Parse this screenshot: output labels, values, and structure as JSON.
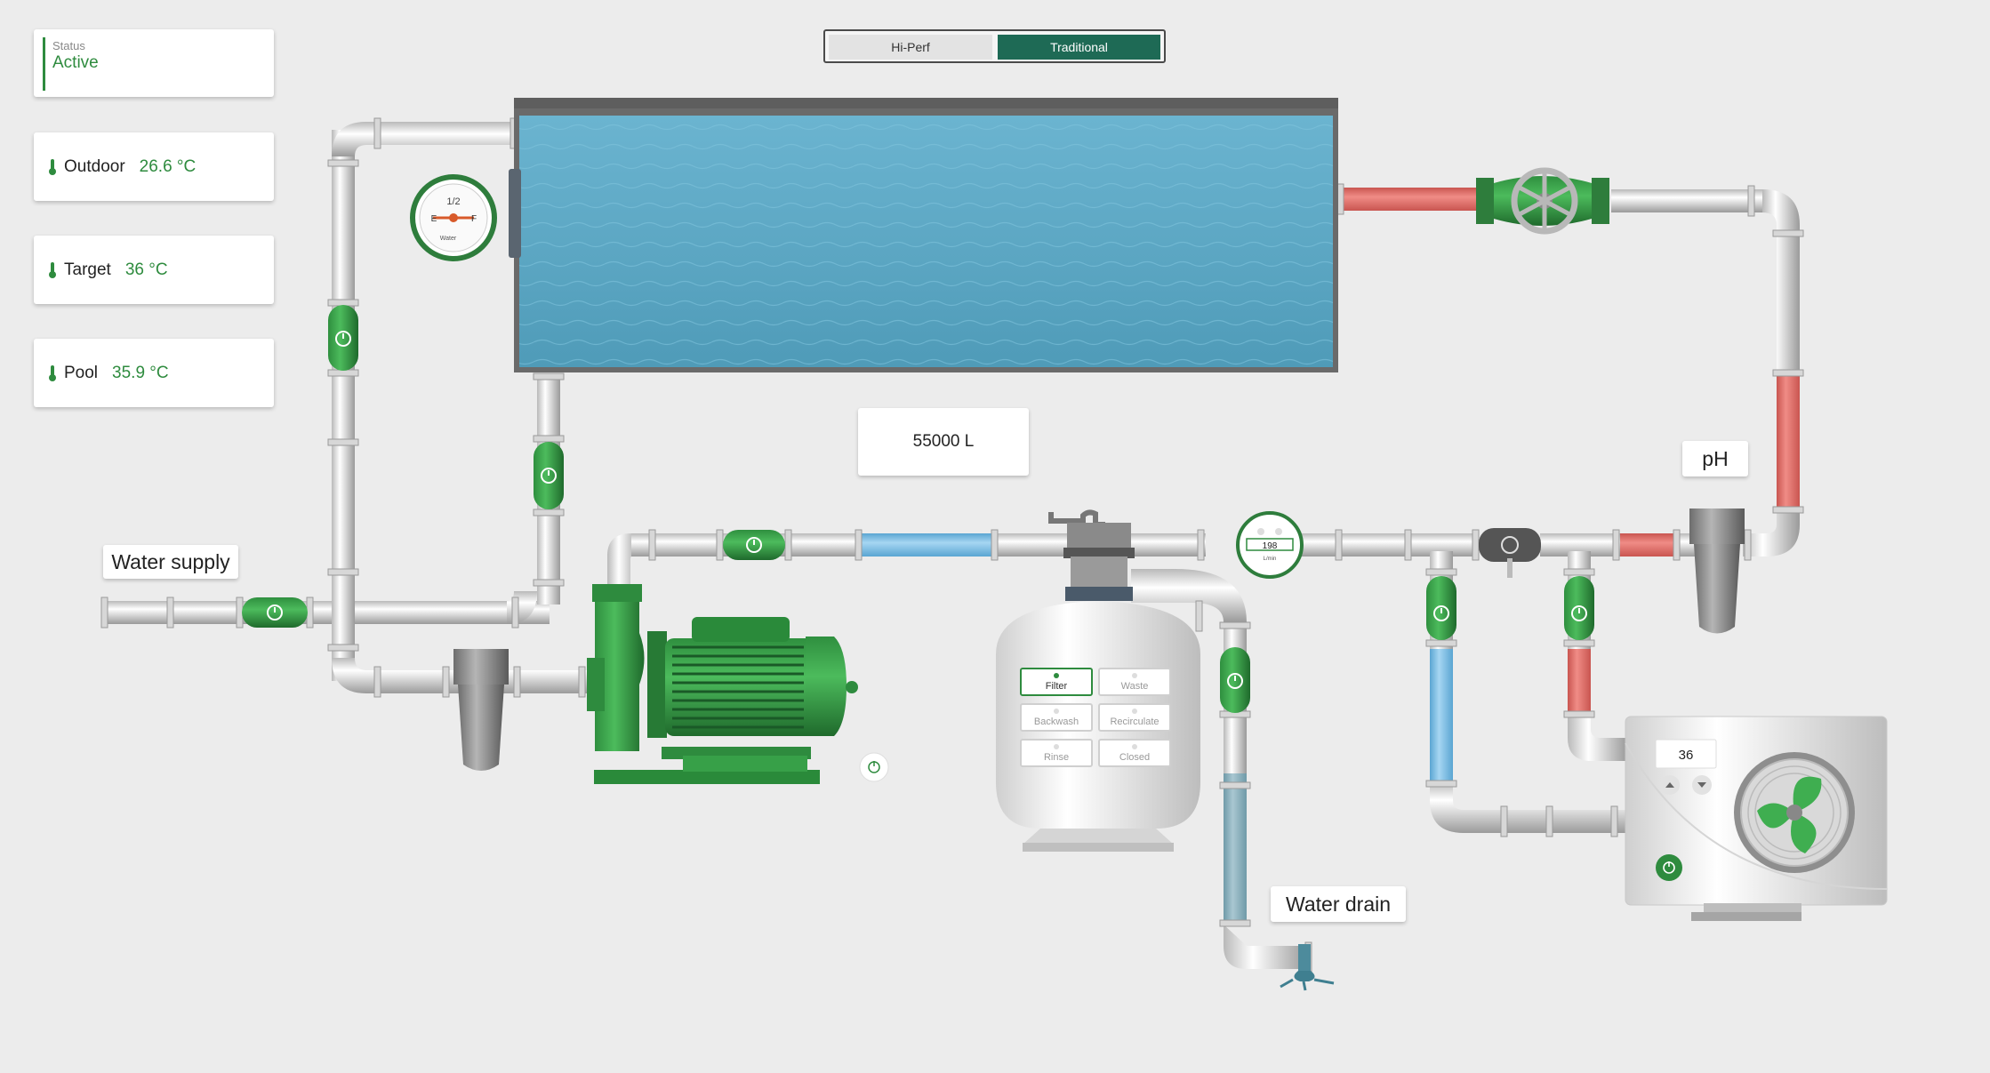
{
  "status": {
    "label": "Status",
    "value": "Active"
  },
  "sensors": [
    {
      "label": "Outdoor",
      "value": "26.6 °C"
    },
    {
      "label": "Target",
      "value": "36 °C"
    },
    {
      "label": "Pool",
      "value": "35.9 °C"
    }
  ],
  "mode_toggle": {
    "options": [
      "Hi-Perf",
      "Traditional"
    ],
    "selected": "Traditional"
  },
  "pool": {
    "volume": "55000 L"
  },
  "labels": {
    "water_supply": "Water supply",
    "water_drain": "Water drain",
    "ph": "pH"
  },
  "water_gauge": {
    "fraction": "1/2",
    "empty": "E",
    "full": "F",
    "caption": "Water",
    "level": 0.5
  },
  "flow_meter": {
    "value": "198",
    "unit": "L/min"
  },
  "filter_valve": {
    "options": [
      "Filter",
      "Waste",
      "Backwash",
      "Recirculate",
      "Rinse",
      "Closed"
    ],
    "selected": "Filter"
  },
  "heat_pump": {
    "setpoint": "36"
  },
  "colors": {
    "accent": "#2e8b3e",
    "pipe_hot": "#e4716c",
    "pipe_cold": "#7fbfe6",
    "pool_water": "#5ba8c6",
    "toggle_active": "#1e6a55"
  }
}
